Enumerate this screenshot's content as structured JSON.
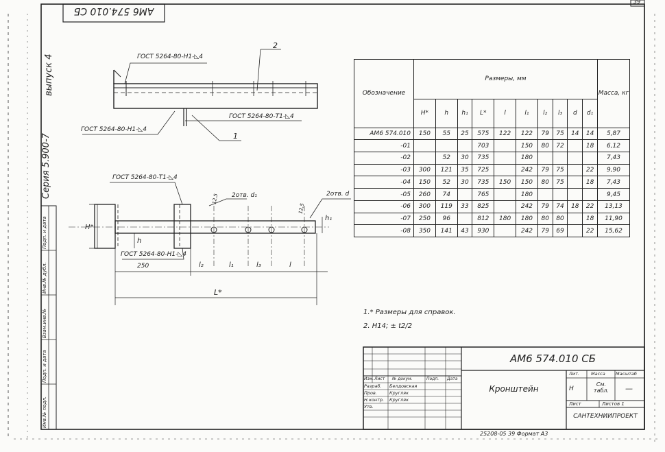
{
  "sheet": {
    "page_number": "39",
    "top_code": "АМ6 574.010 СБ",
    "series": "Серия 5.900-7",
    "issue": "выпуск 4",
    "side_labels": [
      "Инв.№ подл.",
      "Подп. и дата",
      "Взам.инв.№",
      "Инв.№ дубл.",
      "Подп. и дата"
    ],
    "bottom_line": "25208-05  39  Формат А3"
  },
  "drawing": {
    "weld_top_left": "ГОСТ 5264-80-Н1-◺4",
    "weld_top_right": "ГОСТ 5264-80-Т1-◺4",
    "weld_mid_left": "ГОСТ 5264-80-Н1-◺4",
    "weld_lower_top": "ГОСТ 5264-80-Т1-◺4",
    "weld_lower_bottom": "ГОСТ 5264-80-Н1-◺4",
    "callout_2": "2",
    "callout_1": "1",
    "holes_d1": "2отв. d₁",
    "holes_d": "2отв. d",
    "dim_250": "250",
    "dim_L": "L*",
    "dim_H": "H*",
    "dim_h": "h",
    "dim_h1": "h₁",
    "dim_l2": "l₂",
    "dim_l1": "l₁",
    "dim_l3": "l₃",
    "dim_l": "l",
    "dim_12_5a": "12,5",
    "dim_12_5b": "12,5"
  },
  "notes": {
    "note1": "1.* Размеры для справок.",
    "note2": "2. Н14; ± t2/2"
  },
  "table": {
    "col_designation": "Обозначение",
    "col_dimensions": "Размеры, мм",
    "col_mass": "Масса, кг",
    "sub_headers": [
      "H*",
      "h",
      "h₁",
      "L*",
      "l",
      "l₁",
      "l₂",
      "l₃",
      "d",
      "d₁"
    ],
    "rows": [
      {
        "designation": "АМ6 574.010",
        "H": "150",
        "h": "55",
        "h1": "25",
        "L": "575",
        "l": "122",
        "l1": "122",
        "l2": "79",
        "l3": "75",
        "d": "14",
        "d1": "14",
        "mass": "5,87"
      },
      {
        "designation": "-01",
        "H": "",
        "h": "",
        "h1": "",
        "L": "703",
        "l": "",
        "l1": "150",
        "l2": "80",
        "l3": "72",
        "d": "",
        "d1": "18",
        "mass": "6,12"
      },
      {
        "designation": "-02",
        "H": "",
        "h": "52",
        "h1": "30",
        "L": "735",
        "l": "",
        "l1": "180",
        "l2": "",
        "l3": "",
        "d": "",
        "d1": "",
        "mass": "7,43"
      },
      {
        "designation": "-03",
        "H": "300",
        "h": "121",
        "h1": "35",
        "L": "725",
        "l": "",
        "l1": "242",
        "l2": "79",
        "l3": "75",
        "d": "",
        "d1": "22",
        "mass": "9,90"
      },
      {
        "designation": "-04",
        "H": "150",
        "h": "52",
        "h1": "30",
        "L": "735",
        "l": "150",
        "l1": "150",
        "l2": "80",
        "l3": "75",
        "d": "",
        "d1": "18",
        "mass": "7,43"
      },
      {
        "designation": "-05",
        "H": "260",
        "h": "74",
        "h1": "",
        "L": "765",
        "l": "",
        "l1": "180",
        "l2": "",
        "l3": "",
        "d": "",
        "d1": "",
        "mass": "9,45"
      },
      {
        "designation": "-06",
        "H": "300",
        "h": "119",
        "h1": "33",
        "L": "825",
        "l": "",
        "l1": "242",
        "l2": "79",
        "l3": "74",
        "d": "18",
        "d1": "22",
        "mass": "13,13"
      },
      {
        "designation": "-07",
        "H": "250",
        "h": "96",
        "h1": "",
        "L": "812",
        "l": "180",
        "l1": "180",
        "l2": "80",
        "l3": "80",
        "d": "",
        "d1": "18",
        "mass": "11,90"
      },
      {
        "designation": "-08",
        "H": "350",
        "h": "141",
        "h1": "43",
        "L": "930",
        "l": "",
        "l1": "242",
        "l2": "79",
        "l3": "69",
        "d": "",
        "d1": "22",
        "mass": "15,62"
      }
    ]
  },
  "title_block": {
    "code": "АМ6 574.010 СБ",
    "name": "Кронштейн",
    "col_headers": [
      "Изм.",
      "Лист",
      "№ докум.",
      "Подп.",
      "Дата"
    ],
    "roles": [
      {
        "role": "Разраб.",
        "name": "Белдовская"
      },
      {
        "role": "Пров.",
        "name": "Кругляк"
      },
      {
        "role": "Н.контр.",
        "name": "Кругляк"
      },
      {
        "role": "Утв.",
        "name": ""
      }
    ],
    "lit_label": "Лит.",
    "mass_label": "Масса",
    "scale_label": "Масштаб",
    "lit_value": "Н",
    "mass_value": "См. табл.",
    "scale_value": "—",
    "sheet_label": "Лист",
    "sheets_label": "Листов 1",
    "org": "САНТЕХНИИПРОЕКТ"
  }
}
